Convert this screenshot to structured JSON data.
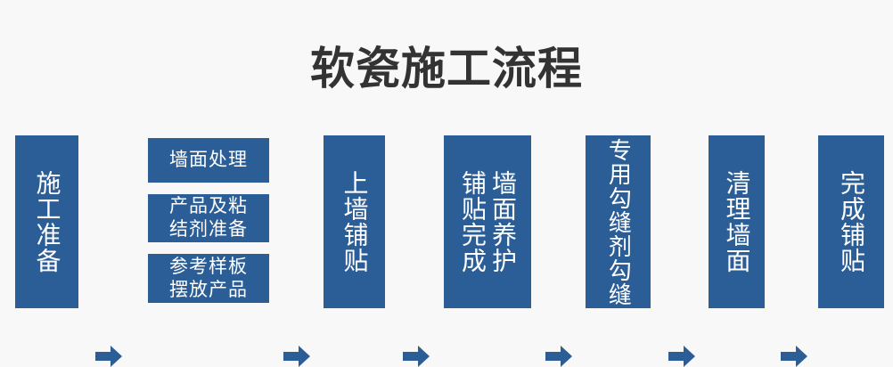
{
  "page": {
    "title": "软瓷施工流程",
    "background_color": "#f8f8f8",
    "accent_color": "#2b5d96",
    "title_color": "#333333",
    "text_color": "#ffffff"
  },
  "flow": {
    "orientation": "left-to-right",
    "connector": "arrow-right",
    "steps": [
      {
        "id": "step-1",
        "name": "construction-preparation",
        "label": "施工准备",
        "text_layout": "vertical",
        "columns": [
          "施工准备"
        ]
      },
      {
        "id": "step-2",
        "name": "preparation-details",
        "text_layout": "stacked-substeps",
        "substeps": [
          {
            "id": "substep-2-1",
            "name": "wall-surface-treatment",
            "lines": [
              "墙面处理"
            ]
          },
          {
            "id": "substep-2-2",
            "name": "product-and-adhesive-preparation",
            "lines": [
              "产品及粘",
              "结剂准备"
            ]
          },
          {
            "id": "substep-2-3",
            "name": "reference-sample-product-placement",
            "lines": [
              "参考样板",
              "摆放产品"
            ]
          }
        ]
      },
      {
        "id": "step-3",
        "name": "wall-application",
        "label": "上墙铺贴",
        "text_layout": "vertical",
        "columns": [
          "上墙铺贴"
        ]
      },
      {
        "id": "step-4",
        "name": "completion-and-curing",
        "label": "铺贴完成墙面养护",
        "text_layout": "vertical-two-column",
        "columns": [
          "墙面养护",
          "铺贴完成"
        ]
      },
      {
        "id": "step-5",
        "name": "special-grout-jointing",
        "label": "专用勾缝剂勾缝",
        "text_layout": "vertical",
        "columns": [
          "专用勾缝剂勾缝"
        ]
      },
      {
        "id": "step-6",
        "name": "clean-wall-surface",
        "label": "清理墙面",
        "text_layout": "vertical",
        "columns": [
          "清理墙面"
        ]
      },
      {
        "id": "step-7",
        "name": "application-complete",
        "label": "完成铺贴",
        "text_layout": "vertical",
        "columns": [
          "完成铺贴"
        ]
      }
    ],
    "arrows": [
      {
        "id": "arrow-1",
        "name": "arrow-step1-to-step2"
      },
      {
        "id": "arrow-2",
        "name": "arrow-step2-to-step3"
      },
      {
        "id": "arrow-3",
        "name": "arrow-step3-to-step4"
      },
      {
        "id": "arrow-4",
        "name": "arrow-step4-to-step5"
      },
      {
        "id": "arrow-5",
        "name": "arrow-step5-to-step6"
      },
      {
        "id": "arrow-6",
        "name": "arrow-step6-to-step7"
      }
    ]
  }
}
